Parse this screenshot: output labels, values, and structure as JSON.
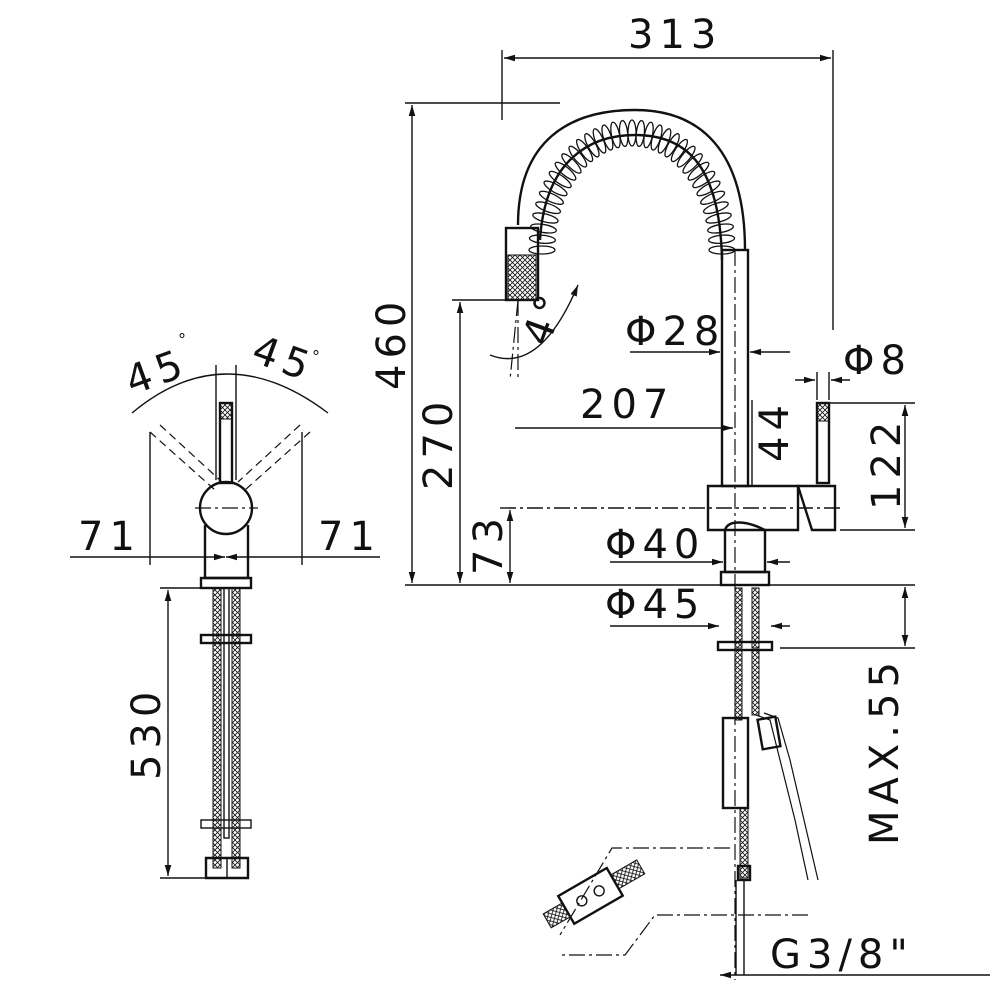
{
  "dimensions": {
    "overall_width": "313",
    "overall_height": "460",
    "spout_height": "270",
    "spout_reach": "207",
    "body_diameter": "Φ28",
    "lever_diameter": "Φ8",
    "lever_height": "122",
    "body_offset": "44",
    "base_height": "73",
    "base_diameter": "Φ40",
    "flange_diameter": "Φ45",
    "max_thickness": "MAX.55",
    "connection_thread": "G3/8\"",
    "spray_angle": "4°",
    "lever_angle_left": "45",
    "lever_angle_right": "45",
    "degree_mark": "°",
    "lever_reach_left": "71",
    "lever_reach_right": "71",
    "hose_length": "530"
  }
}
